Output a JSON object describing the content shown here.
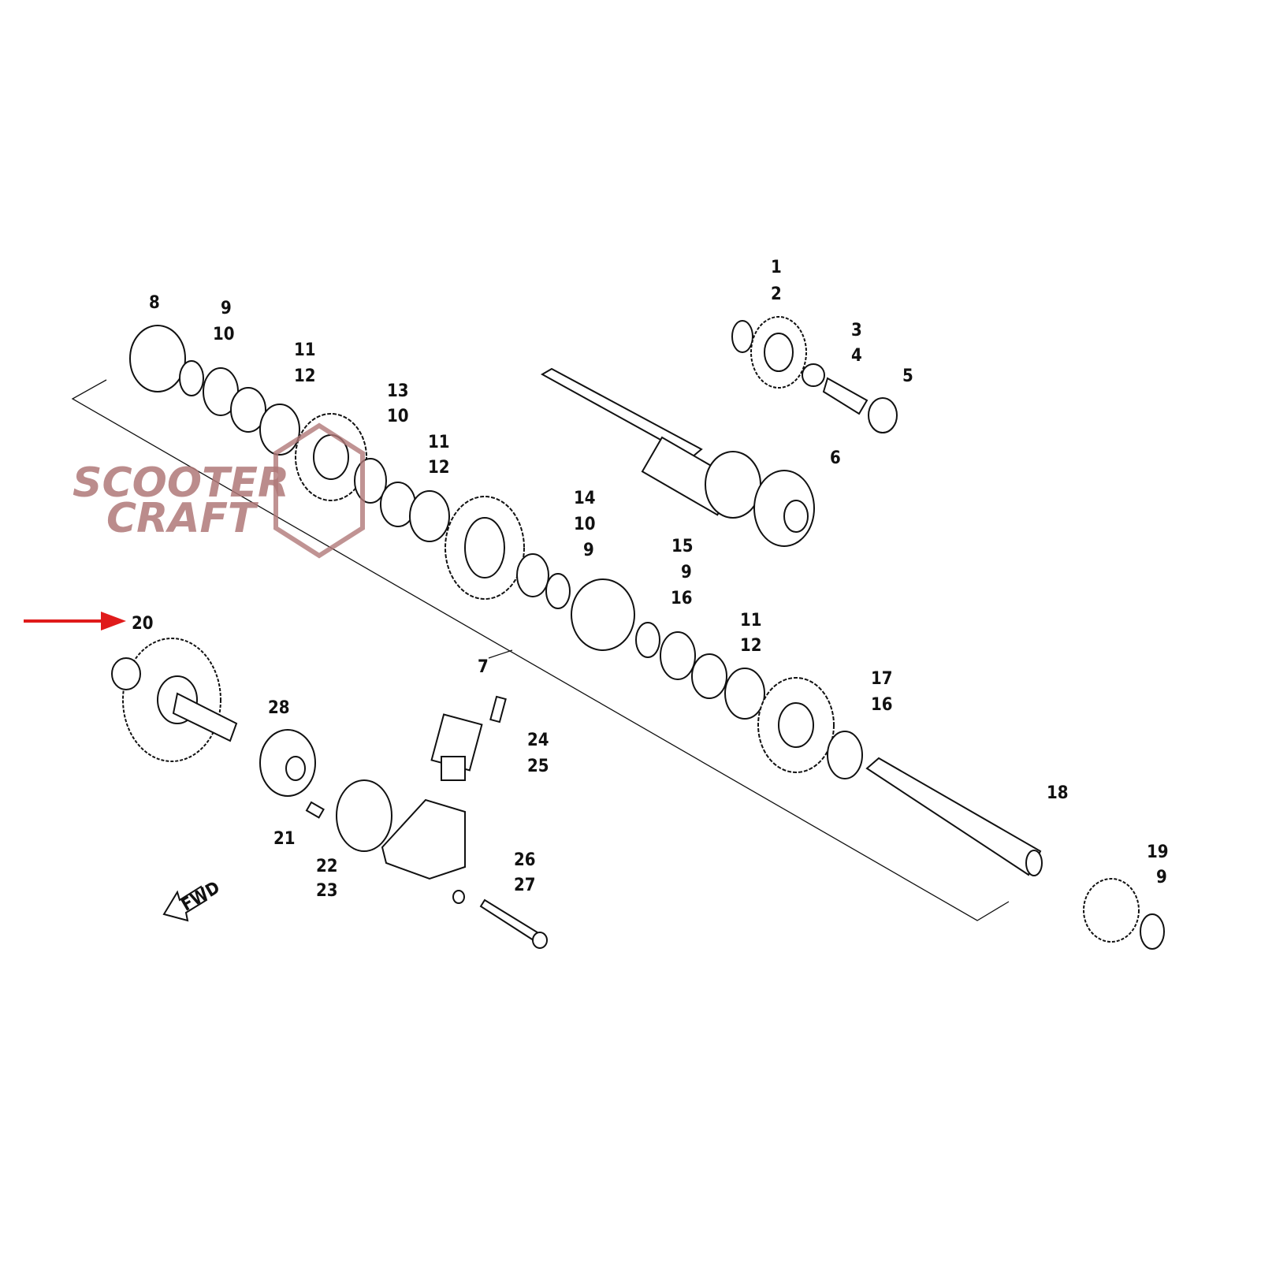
{
  "diagram": {
    "callouts": [
      "1",
      "2",
      "3",
      "4",
      "5",
      "6",
      "7",
      "8",
      "9",
      "10",
      "11",
      "12",
      "13",
      "10",
      "11",
      "12",
      "14",
      "10",
      "9",
      "15",
      "9",
      "16",
      "11",
      "12",
      "17",
      "16",
      "18",
      "19",
      "9",
      "20",
      "28",
      "24",
      "25",
      "21",
      "22",
      "23",
      "26",
      "27"
    ],
    "direction_badge": "FWD",
    "watermark": {
      "line1": "SCOOTER",
      "line2": "CRAFT"
    },
    "highlighted_part": "20",
    "arrow_color": "#e01b1b"
  }
}
